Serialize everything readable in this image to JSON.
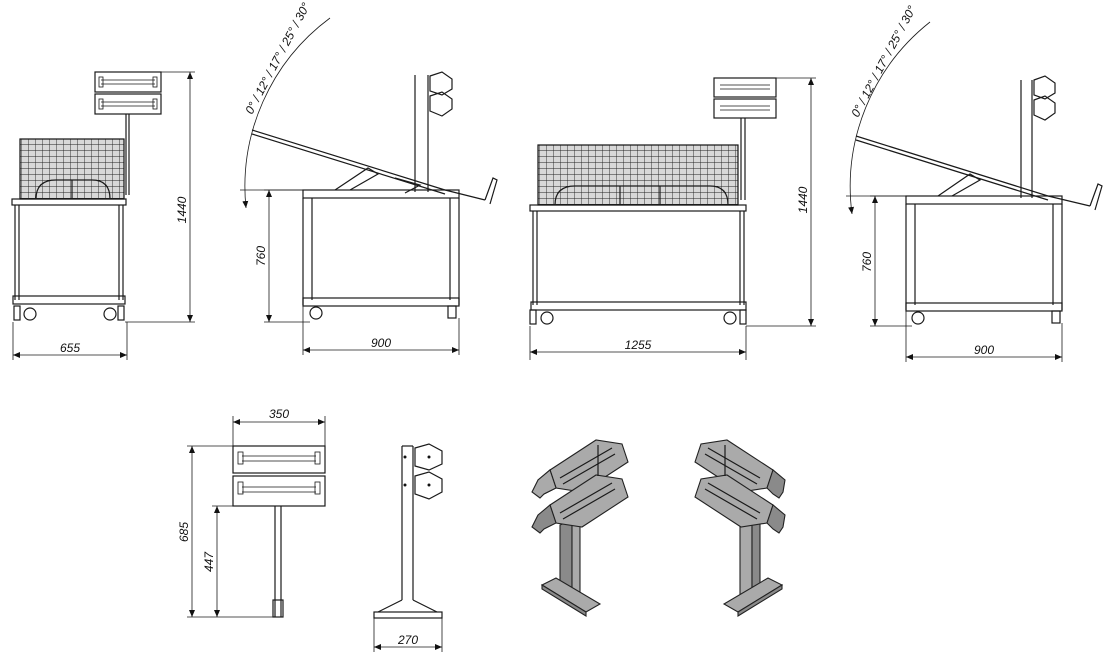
{
  "drawing": {
    "dimensions": {
      "front_width": "655",
      "front_height": "1440",
      "side1_height": "760",
      "side1_width": "900",
      "side1_angles": "0° / 12° / 17° / 25° / 30°",
      "wide_width": "1255",
      "wide_height": "1440",
      "side2_height": "760",
      "side2_width": "900",
      "side2_angles": "0° / 12° / 17° / 25° / 30°",
      "heater_width": "350",
      "heater_total_height": "685",
      "heater_post_height": "447",
      "heater_base_width": "270"
    }
  }
}
